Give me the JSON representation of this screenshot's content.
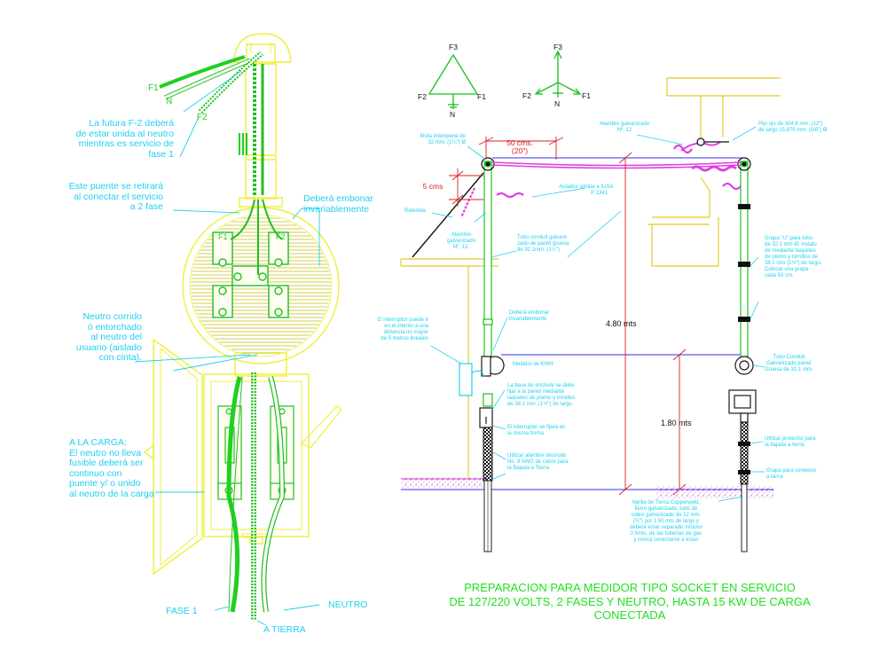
{
  "left_detail": {
    "wire_f1": "F1",
    "wire_n": "N",
    "wire_f2": "F2",
    "note_future_f2": "La futura F-2 deberá\nde estar unida al neutro\nmientras es servicio de\nfase 1",
    "note_bridge": "Este puente se retirará\nal conectar el servicio\na 2 fase",
    "note_bond": "Deberá embonar\ninvariablemente",
    "socket_f1": "F1",
    "socket_f2": "F2",
    "note_neutral": "Neutro corrido\nó entorchado\nal neutro del\nusuario (aislado\ncon cinta).",
    "note_load": "A LA CARGA:\nEl neutro no lleva\nfusible deberá ser\ncontinuo con\npuente y/ o unido\nal neutro de la carga",
    "label_fase1": "FASE 1",
    "label_neutro": "NEUTRO",
    "label_tierra": "A TIERRA"
  },
  "vectors": {
    "delta": {
      "top": "F3",
      "left": "F2",
      "right": "F1",
      "bottom": "N"
    },
    "wye": {
      "top": "F3",
      "left": "F2",
      "right": "F1",
      "bottom": "N"
    }
  },
  "installation": {
    "mufa": "Mufa intemperie de\n32 mm. (1¼\") Ø",
    "dim_50": "50 cms.",
    "dim_20": "(20\")",
    "dim_5": "5 cms",
    "alambre_top": "Alambre galvanizado\nNº. 12",
    "pijo": "Pijo ojo de 304.8 mm. (12\")\nde largo 15.875 mm. (5/8\") Ø",
    "aislador": "Aislador similar a IUSA\nP 1341",
    "alambre_mid": "Alambre\ngalvanizado\nNº. 12.",
    "retenida": "Retenida",
    "tubo_conduit": "Tubo conduit galvani-\nzado de pared gruesa\nde 32.1mm. (1¼\")",
    "grapa_u": "Grapa \"U\" para tubo\nde 32.1 mm Ø, instalo\nde mediante taquetes\nde plomo y tornillos de\n38.1 mm (1½\") de largo.\nColocar una grapa\ncada 50 cm.",
    "dim_480": "4.80 mts",
    "interruptor_note": "El interruptor puede ir\nen el interior a una\ndistancia no mayor\nde 5 metros lineales",
    "embonar": "Deberá embonar\ninvariablemente",
    "medidor": "Medidor de KWH",
    "tubo_conduit_2": "Tubo Conduit\nGalvanizado pared\nGruesa de 32.1 mm.",
    "base_enchufe": "La base de enchufe se debe\nfijar a la pared mediante\ntaquetes de plomo y tornillos\nde 38.1 mm. (1½\") de largo",
    "dim_180": "1.80 mts",
    "interruptor_fija": "El interruptor se fijará en\nla misma forma",
    "protector": "Utilizar protector para\nla bajada a tierra",
    "alambre_desnudo": "Utilizar alambre desnudo\nNo. 8 AWG de cobre para\nla Bajada a Tierra",
    "grapa_conexion": "Grapa para conexion\na tierra",
    "varilla": "Varilla de Tierra Copperweld,\nfierro galvanizado, tubo de\ncobre galvanizado de 12 mm.\n(½\") por 1.50 mts de largo y\ndeberá estar separado mínimo\n0.5mts. de las tuberías de gas\ny nunca conectarse a estas"
  },
  "title": "PREPARACION PARA MEDIDOR TIPO SOCKET EN SERVICIO\nDE 127/220 VOLTS, 2 FASES Y NEUTRO, HASTA 15 KW DE CARGA\nCONECTADA",
  "colors": {
    "background": "#ffffff",
    "conduit": "#ffff4a",
    "green_wire": "#20d020",
    "annotation": "#1fd0f0",
    "wire_magenta": "#e040e0",
    "dimension": "#d42020",
    "title": "#22e022",
    "structure": "#e8d24a"
  }
}
